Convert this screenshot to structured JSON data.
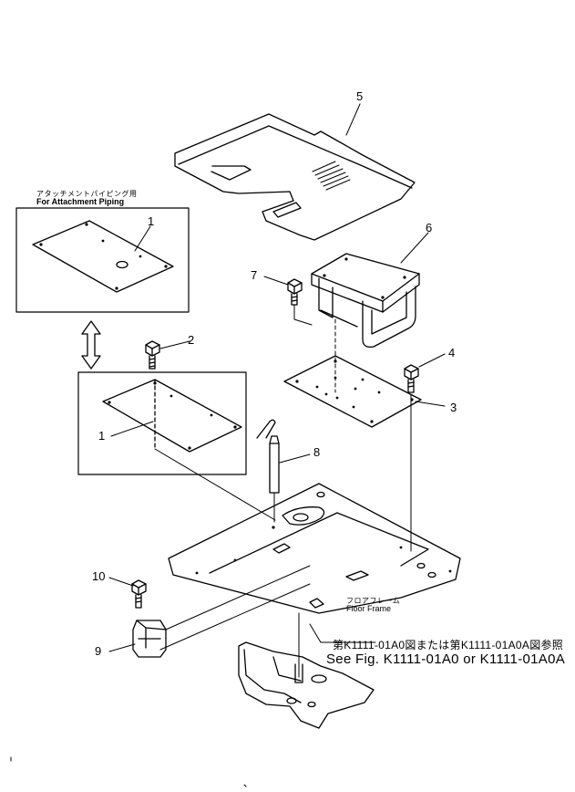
{
  "callouts": {
    "p1a": "1",
    "p1b": "1",
    "p2": "2",
    "p3": "3",
    "p4": "4",
    "p5": "5",
    "p6": "6",
    "p7": "7",
    "p8": "8",
    "p9": "9",
    "p10": "10"
  },
  "notes": {
    "attachment_jp": "アタッチメントパイピング用",
    "attachment_en": "For Attachment Piping",
    "floor_frame_jp": "フロアフレーム",
    "floor_frame_en": "Floor Frame",
    "reference_jp": "第K1111-01A0図または第K1111-01A0A図参照",
    "reference_en": "See Fig. K1111-01A0 or K1111-01A0A"
  }
}
